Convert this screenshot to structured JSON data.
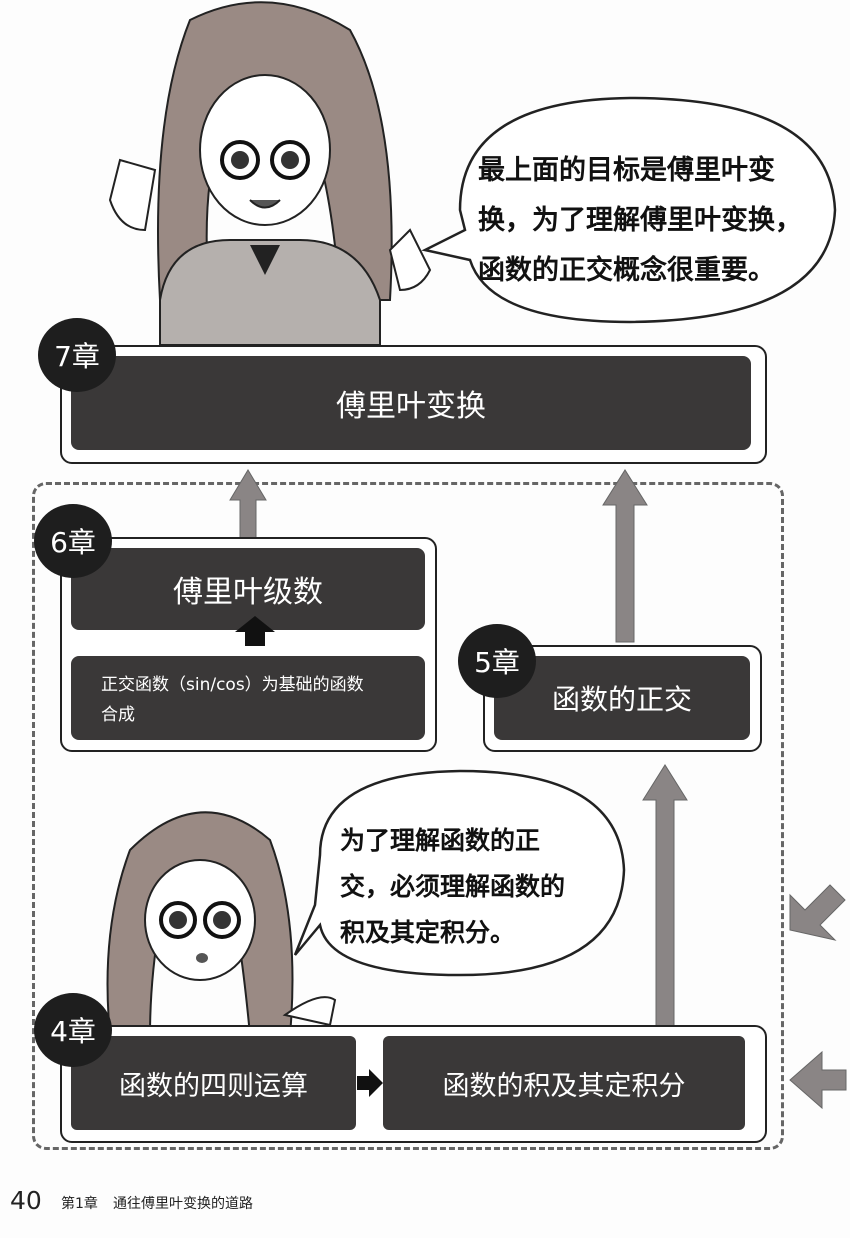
{
  "bubble_top": {
    "lines": [
      "最上面的目标是傅里叶变",
      "换，为了理解傅里叶变换，",
      "函数的正交概念很重要。"
    ]
  },
  "bubble_bottom": {
    "lines": [
      "为了理解函数的正",
      "交，必须理解函数的",
      "积及其定积分。"
    ]
  },
  "chapters": {
    "ch7": {
      "badge": "7章",
      "title": "傅里叶变换"
    },
    "ch6": {
      "badge": "6章",
      "title": "傅里叶级数",
      "desc_lines": [
        "正交函数（sin/cos）为基础的函数",
        "合成"
      ]
    },
    "ch5": {
      "badge": "5章",
      "title": "函数的正交"
    },
    "ch4": {
      "badge": "4章",
      "left": "函数的四则运算",
      "right": "函数的积及其定积分"
    }
  },
  "footer": {
    "page_number": "40",
    "chapter": "第1章",
    "title": "通往傅里叶变换的道路"
  },
  "colors": {
    "box": "#3a3838",
    "arrow": "#8a8585",
    "badge": "#1e1e1e"
  }
}
